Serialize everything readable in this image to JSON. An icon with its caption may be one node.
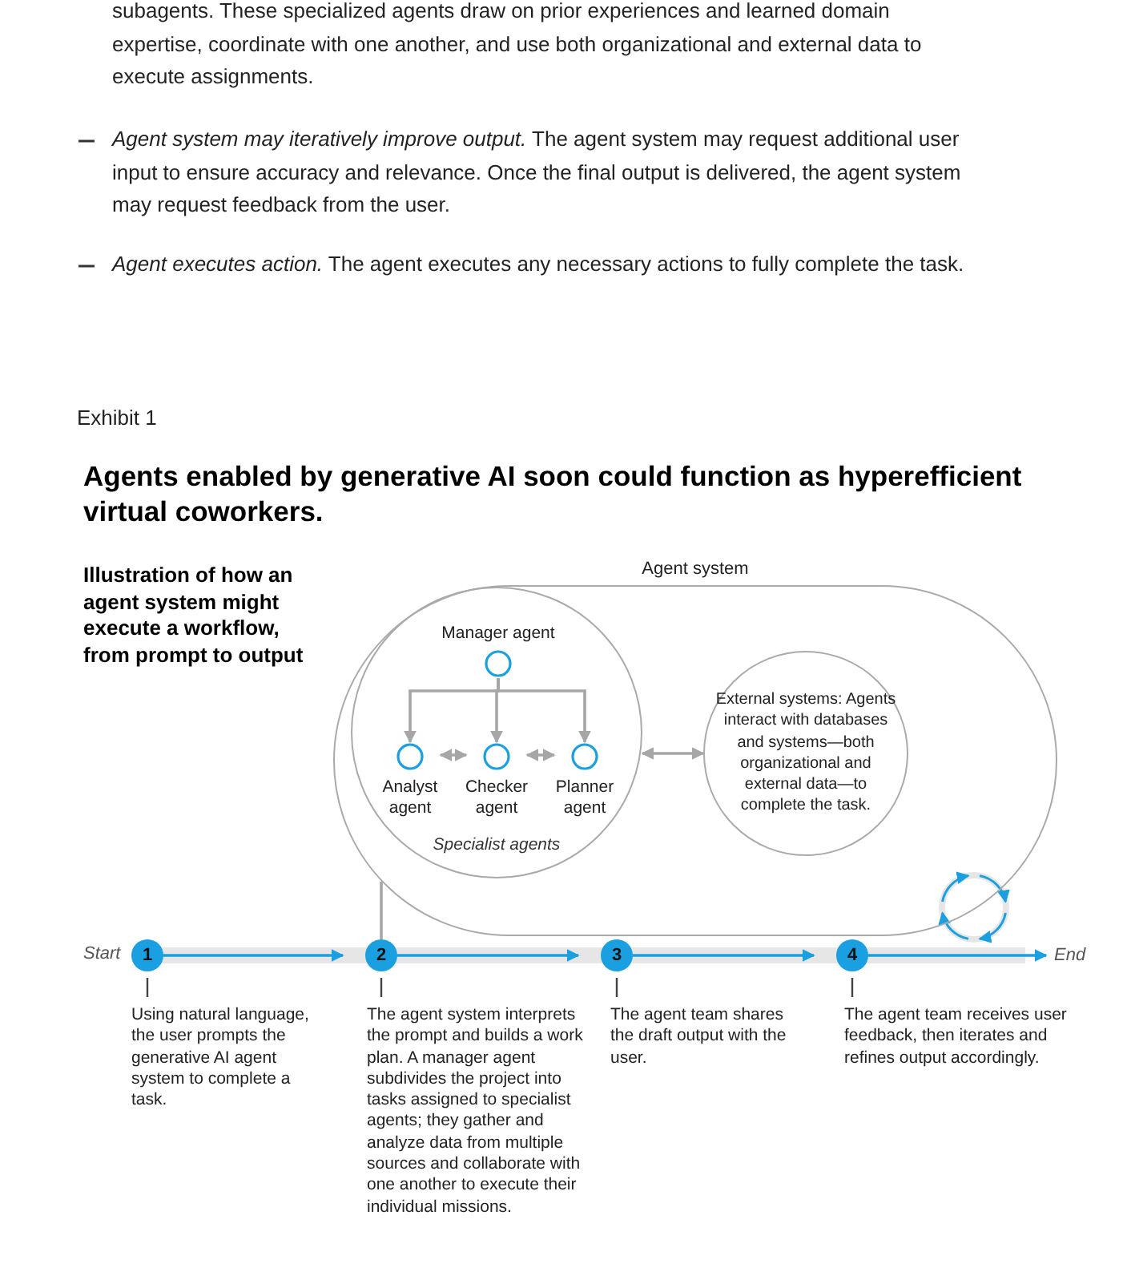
{
  "diagram": {
    "title": "Agents enabled by generative AI soon could function as hyperefficient virtual coworkers.",
    "nodes": [
      {
        "text": [
          "Agent system"
        ]
      },
      {
        "text": [
          "Specialist agents"
        ],
        "in": 0
      },
      {
        "text": [
          "Manager agent"
        ],
        "in": 1
      },
      {
        "text": [
          "Analyst agent"
        ],
        "in": 1
      },
      {
        "text": [
          "Checker agent"
        ],
        "in": 1
      },
      {
        "text": [
          "Planner agent"
        ],
        "in": 1
      },
      {
        "text": [
          "External systems: Agents interact with databases and systems—both organizational and external data—to complete the task."
        ],
        "in": 0
      },
      {
        "text": [
          "1"
        ],
        "beside": [
          "Start",
          "Using natural language, the user prompts the generative AI agent system to complete a task."
        ]
      },
      {
        "text": [
          "2"
        ],
        "beside": [
          "The agent system interprets the prompt and builds a work plan. A manager agent subdivides the project into tasks assigned to specialist agents; they gather and analyze data from multiple sources and collaborate with one another to execute their individual missions."
        ]
      },
      {
        "text": [
          "3"
        ],
        "beside": [
          "The agent team shares the draft output with the user."
        ]
      },
      {
        "text": [
          "4"
        ],
        "beside": [
          "The agent team receives user feedback, then iterates and refines output accordingly."
        ]
      },
      {
        "text": [
          "End"
        ]
      }
    ],
    "edges": [
      {
        "from": 2,
        "to": 3,
        "arrow": "to",
        "color": "#a6a6a6"
      },
      {
        "from": 2,
        "to": 4,
        "arrow": "to",
        "color": "#a6a6a6"
      },
      {
        "from": 2,
        "to": 5,
        "arrow": "to",
        "color": "#a6a6a6"
      },
      {
        "from": 3,
        "to": 4,
        "arrow": "both",
        "color": "#a6a6a6"
      },
      {
        "from": 4,
        "to": 5,
        "arrow": "both",
        "color": "#a6a6a6"
      },
      {
        "from": 1,
        "to": 6,
        "arrow": "both",
        "color": "#a6a6a6"
      },
      {
        "from": 7,
        "to": 8,
        "arrow": "to",
        "color": "#1a9fe0"
      },
      {
        "from": 8,
        "to": 9,
        "arrow": "to",
        "color": "#1a9fe0"
      },
      {
        "from": 9,
        "to": 10,
        "arrow": "to",
        "color": "#1a9fe0"
      },
      {
        "from": 10,
        "to": 11,
        "arrow": "to",
        "color": "#1a9fe0"
      },
      {
        "from": 0,
        "to": 8,
        "arrow": "none",
        "color": "#a6a6a6"
      }
    ],
    "labels": [
      "subagents. These specialized agents draw on prior experiences and learned domain expertise, coordinate with one another, and use both organizational and external data to execute assignments.",
      "*Agent system may iteratively improve output.* The agent system may request additional user input to ensure accuracy and relevance. Once the final output is delivered, the agent system may request feedback from the user.",
      "*Agent executes action.* The agent executes any necessary actions to fully complete the task.",
      "Exhibit 1",
      "Illustration of how an agent system might execute a workflow, from prompt to output"
    ]
  }
}
